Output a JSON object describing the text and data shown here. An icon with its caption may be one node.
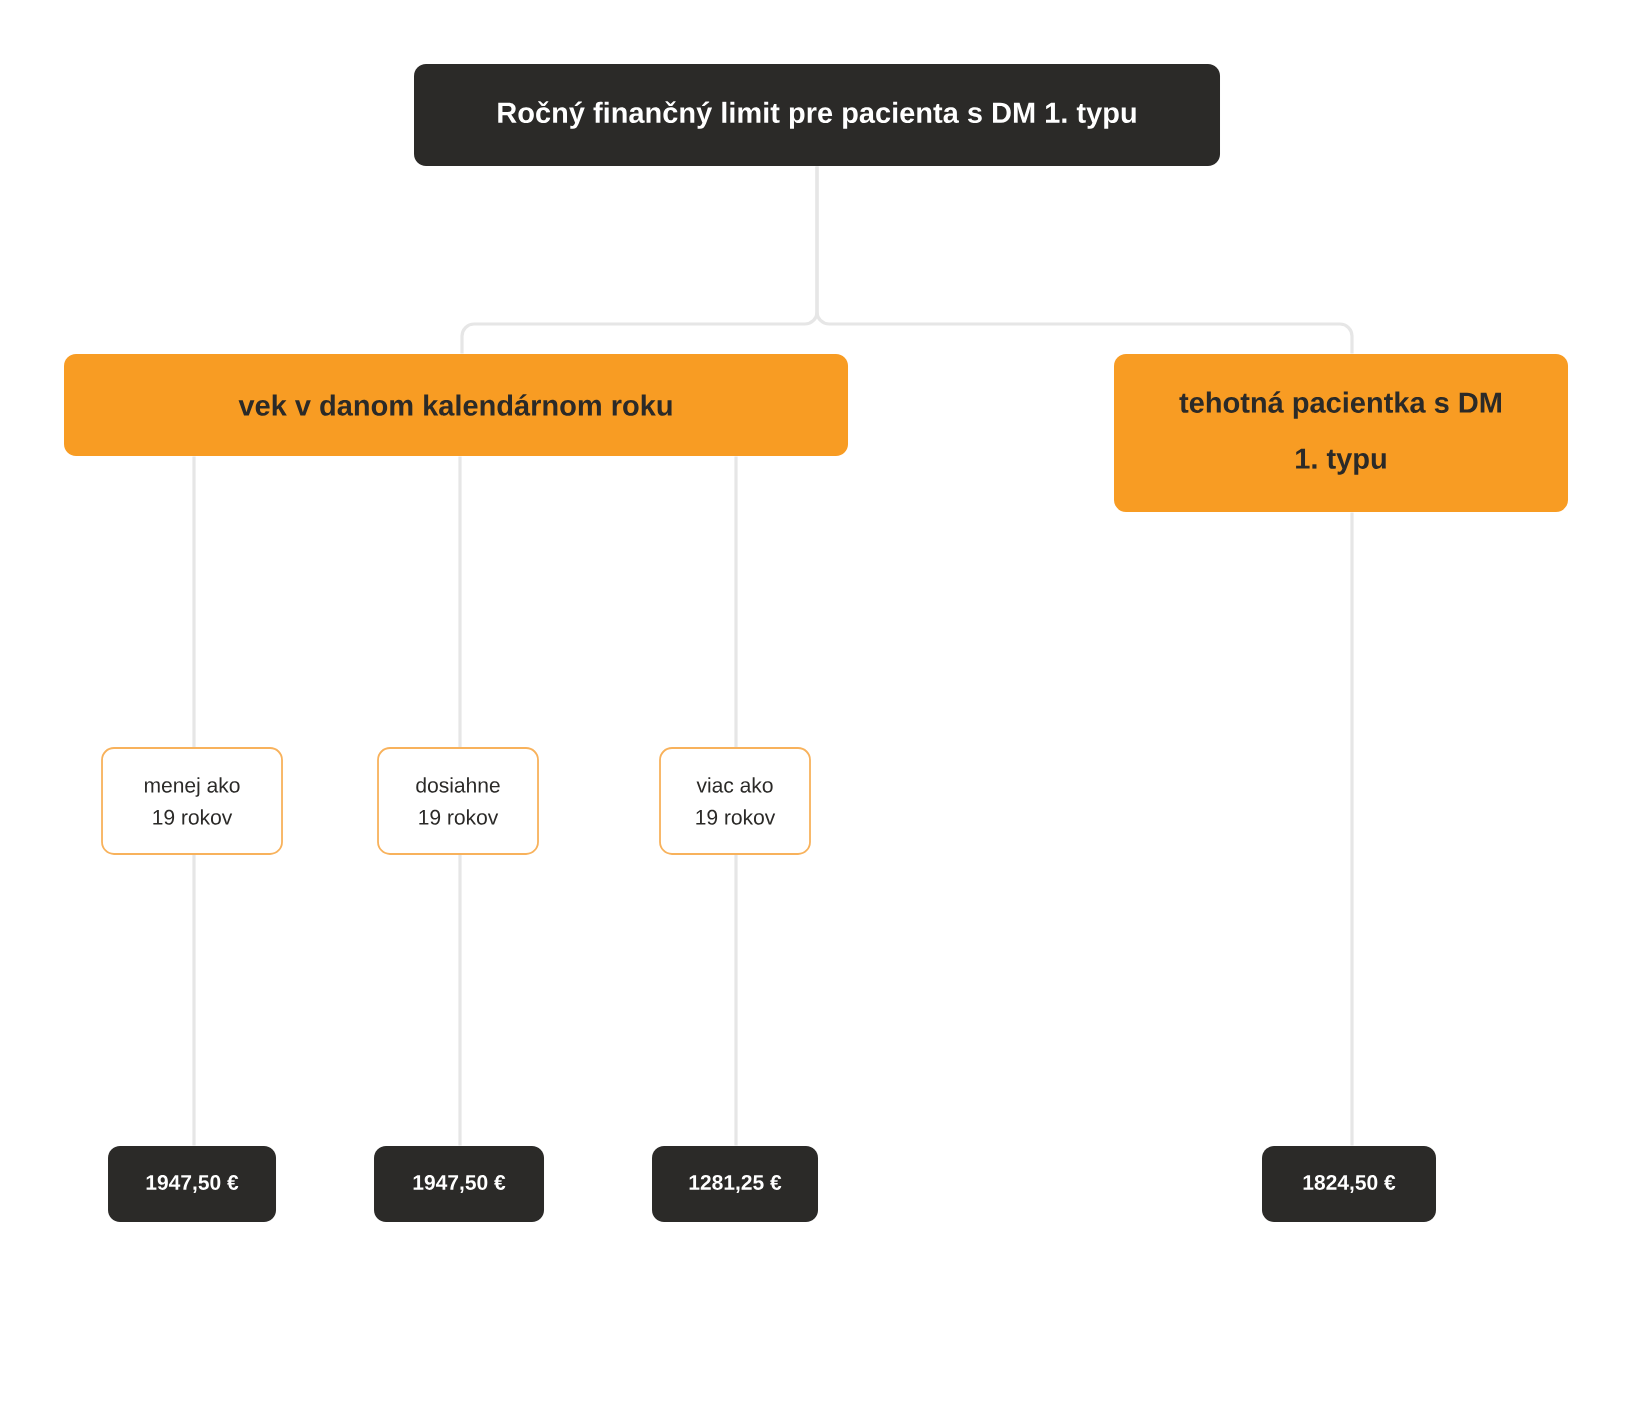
{
  "diagram": {
    "nodes": [
      {
        "text": [
          "Ročný finančný limit pre pacienta s DM 1. typu"
        ]
      },
      {
        "text": [
          "vek v danom kalendárnom roku"
        ]
      },
      {
        "text": [
          "tehotná pacientka s DM 1. typu"
        ]
      },
      {
        "text": [
          "menej ako 19 rokov"
        ]
      },
      {
        "text": [
          "dosiahne 19 rokov"
        ]
      },
      {
        "text": [
          "viac ako 19 rokov"
        ]
      },
      {
        "text": [
          "1947,50 €"
        ]
      },
      {
        "text": [
          "1947,50 €"
        ]
      },
      {
        "text": [
          "1281,25 €"
        ]
      },
      {
        "text": [
          "1824,50 €"
        ]
      }
    ],
    "edges": [
      {
        "from": 0,
        "to": 1,
        "arrow": "none"
      },
      {
        "from": 0,
        "to": 2,
        "arrow": "none"
      },
      {
        "from": 1,
        "to": 3,
        "arrow": "none"
      },
      {
        "from": 1,
        "to": 4,
        "arrow": "none"
      },
      {
        "from": 1,
        "to": 5,
        "arrow": "none"
      },
      {
        "from": 3,
        "to": 6,
        "arrow": "none"
      },
      {
        "from": 4,
        "to": 7,
        "arrow": "none"
      },
      {
        "from": 5,
        "to": 8,
        "arrow": "none"
      },
      {
        "from": 2,
        "to": 9,
        "arrow": "none"
      }
    ]
  }
}
